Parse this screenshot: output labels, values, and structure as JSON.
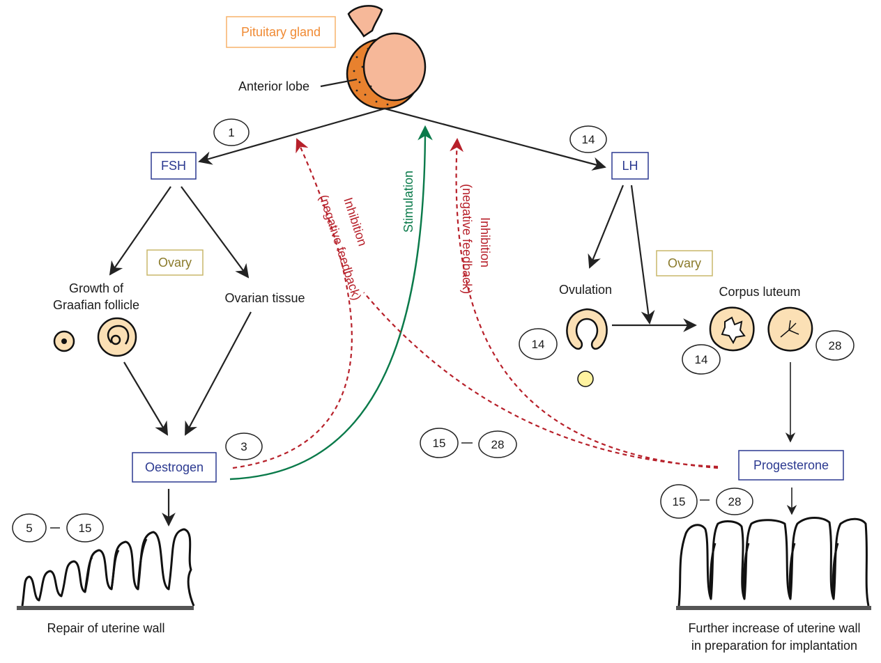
{
  "labels": {
    "pituitary_gland": "Pituitary gland",
    "anterior_lobe": "Anterior lobe",
    "fsh": "FSH",
    "lh": "LH",
    "ovary_left": "Ovary",
    "ovary_right": "Ovary",
    "graafian_line1": "Growth of",
    "graafian_line2": "Graafian follicle",
    "ovarian_tissue": "Ovarian tissue",
    "ovulation": "Ovulation",
    "corpus_luteum": "Corpus luteum",
    "oestrogen": "Oestrogen",
    "progesterone": "Progesterone",
    "repair": "Repair of uterine wall",
    "further_line1": "Further increase of uterine wall",
    "further_line2": "in preparation for implantation",
    "stimulation": "Stimulation",
    "inhibition1_line1": "Inhibition",
    "inhibition1_line2": "(negative feedback)",
    "inhibition2_line1": "Inhibition",
    "inhibition2_line2": "(negative feedback)"
  },
  "days": {
    "fsh": "1",
    "lh": "14",
    "ovulation": "14",
    "corpus_early": "14",
    "corpus_late": "28",
    "oestrogen_feedback": "3",
    "mid_start": "15",
    "mid_end": "28",
    "prog_start": "15",
    "prog_end": "28",
    "repair_start": "5",
    "repair_end": "15"
  },
  "colors": {
    "hormone_box": "#2b3990",
    "pituitary": "#f08a33",
    "ovary": "#8a7a2a",
    "inhibition": "#b7202a",
    "stimulation": "#0a7a4a"
  }
}
